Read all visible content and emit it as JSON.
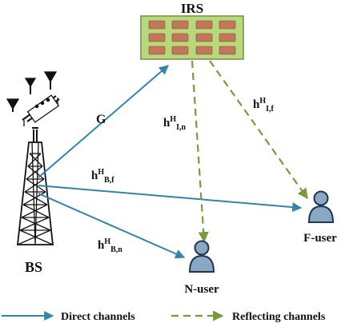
{
  "labels": {
    "irs": "IRS",
    "bs": "BS",
    "near_user": "N-user",
    "far_user": "F-user",
    "g": "G",
    "h_bf": {
      "base": "h",
      "sup": "H",
      "sub": "B,f"
    },
    "h_bn": {
      "base": "h",
      "sup": "H",
      "sub": "B,n"
    },
    "h_in": {
      "base": "h",
      "sup": "H",
      "sub": "I,n"
    },
    "h_if": {
      "base": "h",
      "sup": "H",
      "sub": "I,f"
    }
  },
  "legend": {
    "direct": "Direct channels",
    "reflecting": "Reflecting channels"
  },
  "colors": {
    "direct": "#2e86ab",
    "reflecting": "#7a9a3a",
    "irs_panel": "#b8d87c",
    "irs_element": "#c0785a",
    "user": "#8aa7c4",
    "tower": "#111111"
  },
  "icons": {
    "bs": "cell-tower-icon",
    "irs": "irs-panel-icon",
    "user": "user-icon"
  }
}
